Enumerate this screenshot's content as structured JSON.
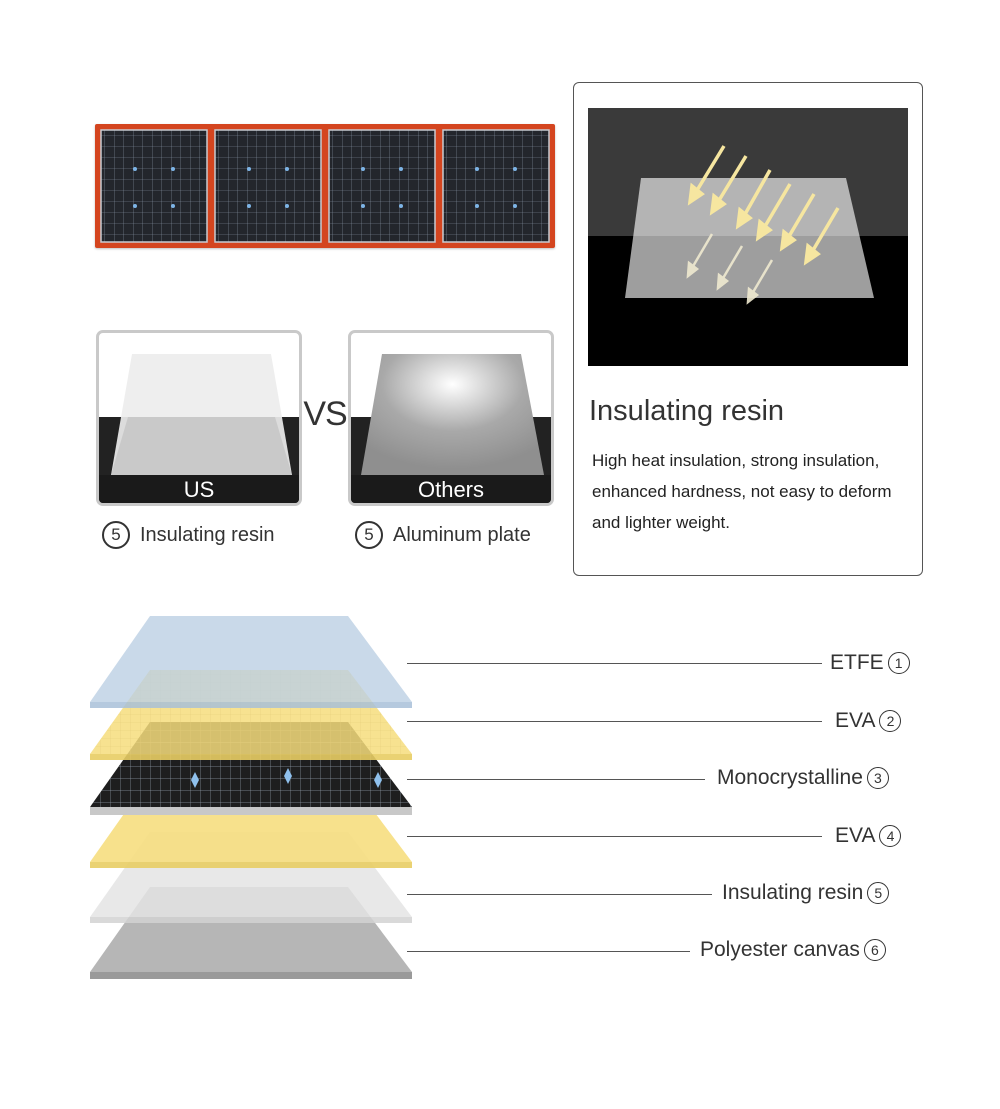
{
  "comparison": {
    "vs_text": "VS",
    "us": {
      "label": "US",
      "number": "5",
      "caption": "Insulating resin"
    },
    "others": {
      "label": "Others",
      "number": "5",
      "caption": "Aluminum plate"
    }
  },
  "info": {
    "title": "Insulating resin",
    "description": "High heat insulation, strong insulation, enhanced hardness, not easy to deform and lighter weight."
  },
  "layers": [
    {
      "name": "ETFE",
      "number": "1",
      "color": "#bcd0e4"
    },
    {
      "name": "EVA ",
      "number": "2",
      "color": "#f6dd7c"
    },
    {
      "name": "Monocrystalline ",
      "number": "3",
      "color": "#1e1e1e"
    },
    {
      "name": "EVA ",
      "number": "4",
      "color": "#f6dd7c"
    },
    {
      "name": "Insulating resin ",
      "number": "5",
      "color": "#e4e4e4"
    },
    {
      "name": "Polyester canvas ",
      "number": "6",
      "color": "#b6b6b6"
    }
  ],
  "colors": {
    "panel_frame": "#d4451f",
    "cell": "#1f2227"
  }
}
